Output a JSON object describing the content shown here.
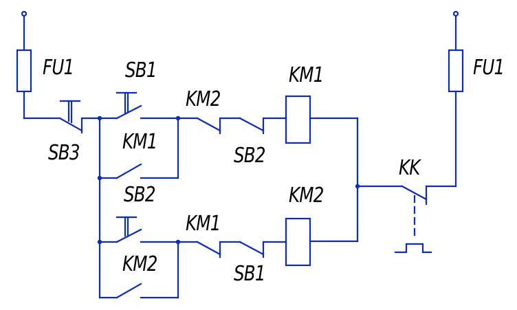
{
  "colors": {
    "line": "#0b2bb8",
    "text": "#000000",
    "background": "#ffffff"
  },
  "labels": {
    "fu1_left": "FU1",
    "fu1_right": "FU1",
    "sb3": "SB3",
    "sb1_top": "SB1",
    "km2_contact_top": "KM2",
    "km1_coil": "KM1",
    "km1_hold": "KM1",
    "sb2_top": "SB2",
    "sb2_mid": "SB2",
    "km2_coil": "KM2",
    "kk": "KK",
    "km1_contact_bottom": "KM1",
    "sb1_bottom": "SB1",
    "km2_hold": "KM2"
  }
}
